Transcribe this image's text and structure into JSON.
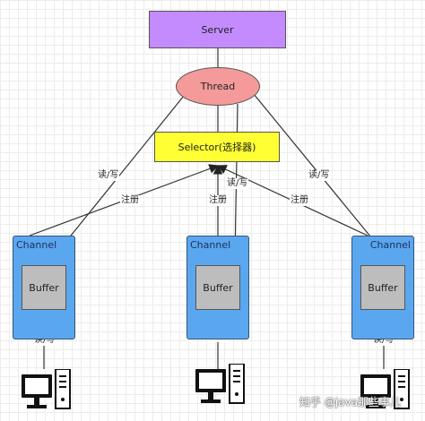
{
  "nodes": {
    "server": "Server",
    "thread": "Thread",
    "selector": "Selector(选择器)",
    "channels": [
      {
        "label": "Channel",
        "buffer": "Buffer"
      },
      {
        "label": "Channel",
        "buffer": "Buffer"
      },
      {
        "label": "Channel",
        "buffer": "Buffer"
      }
    ]
  },
  "edge_labels": {
    "read_write": "读/写",
    "register": "注册"
  },
  "watermark": "知乎 @java那些事儿"
}
